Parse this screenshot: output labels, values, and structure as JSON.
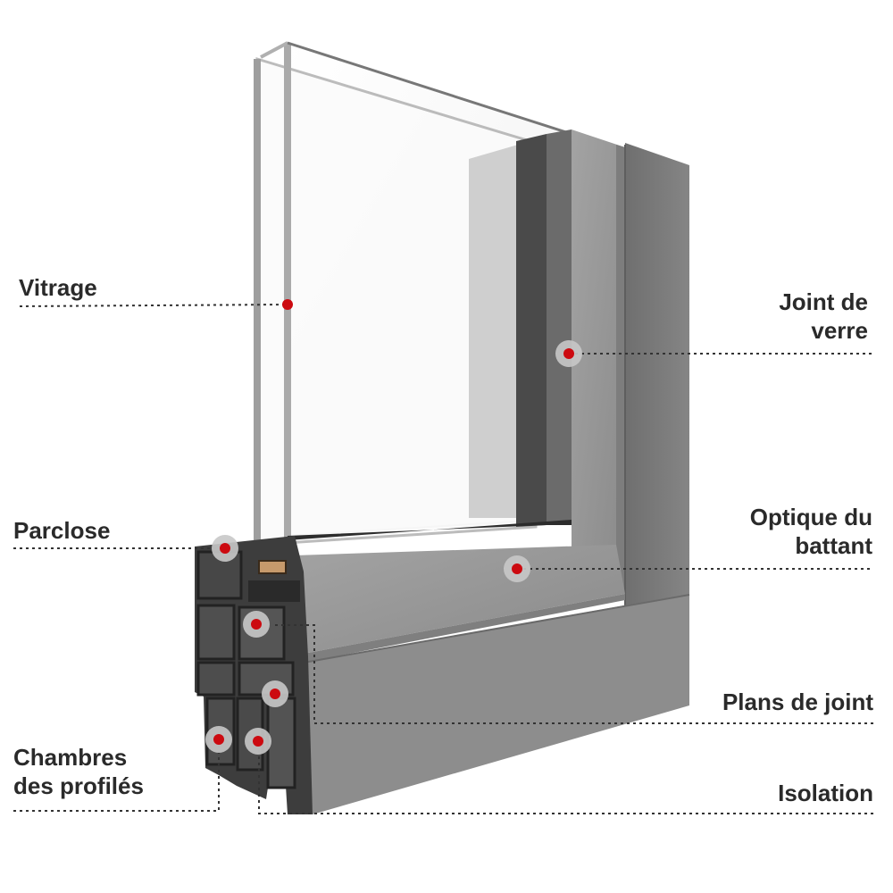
{
  "colors": {
    "marker": "#cc0a10",
    "marker_halo": "#c8c8c8",
    "frame": "#8d8d8d",
    "frame_dark": "#3a3a3a",
    "glass_edge": "#bcbcbc",
    "leader_line": "#333333"
  },
  "labels": {
    "vitrage": "Vitrage",
    "joint_de_verre": [
      "Joint de",
      "verre"
    ],
    "parclose": "Parclose",
    "optique_du_battant": [
      "Optique du",
      "battant"
    ],
    "plans_de_joint": "Plans de joint",
    "chambres_des_profiles": [
      "Chambres",
      "des profilés"
    ],
    "isolation": "Isolation"
  }
}
